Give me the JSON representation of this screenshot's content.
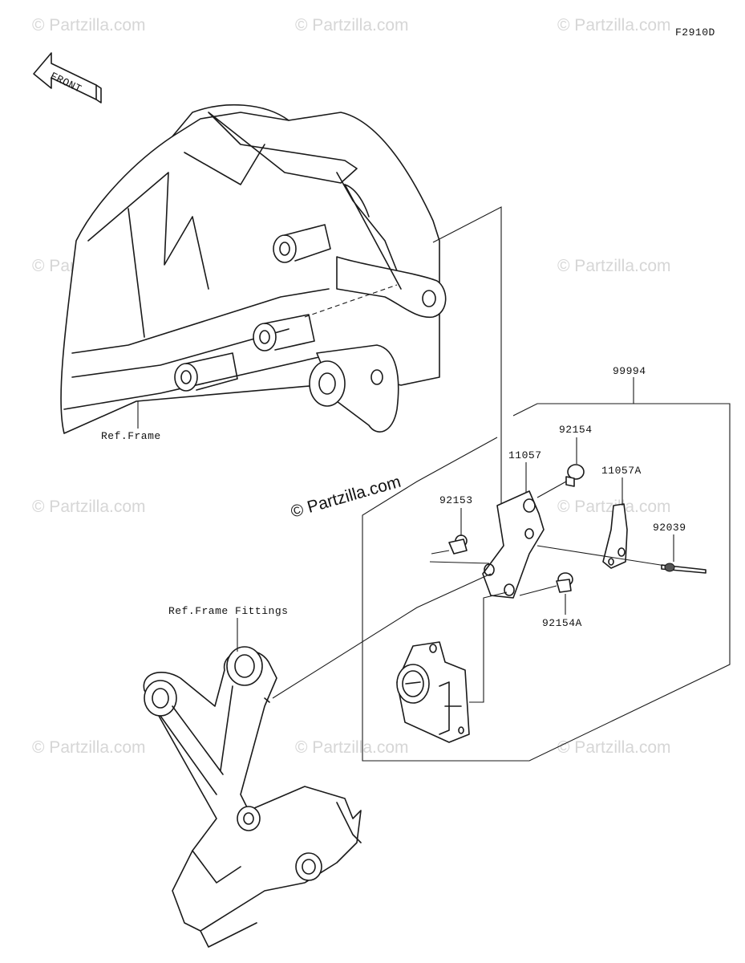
{
  "diagram_code": "F2910D",
  "watermark": "© Partzilla.com",
  "front_arrow_label": "FRONT",
  "ref_labels": {
    "frame": "Ref.Frame",
    "frame_fittings": "Ref.Frame Fittings"
  },
  "part_labels": {
    "kit": "99994",
    "bracket": "11057",
    "bracket_a": "11057A",
    "bolt": "92154",
    "bolt_a": "92154A",
    "screw": "92153",
    "pin": "92039"
  }
}
